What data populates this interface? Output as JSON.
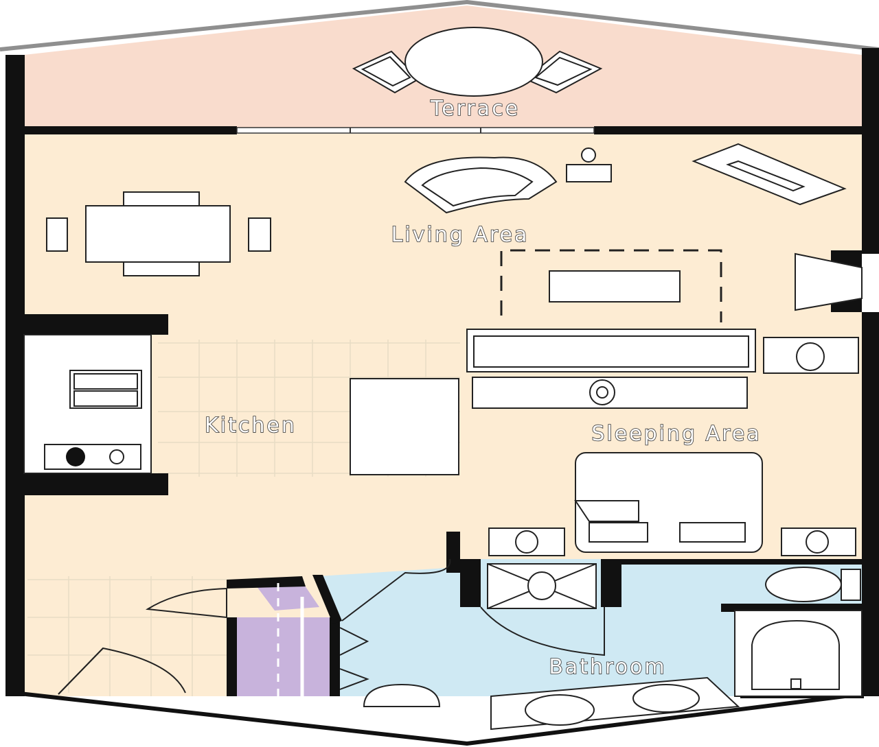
{
  "rooms": {
    "terrace": "Terrace",
    "living": "Living Area",
    "kitchen": "Kitchen",
    "sleeping": "Sleeping Area",
    "bathroom": "Bathroom"
  },
  "colors": {
    "terrace": "#f9dccd",
    "interior": "#fdecd3",
    "bathroom": "#cfe9f3",
    "closet": "#c8b3dc",
    "wall": "#111111"
  }
}
